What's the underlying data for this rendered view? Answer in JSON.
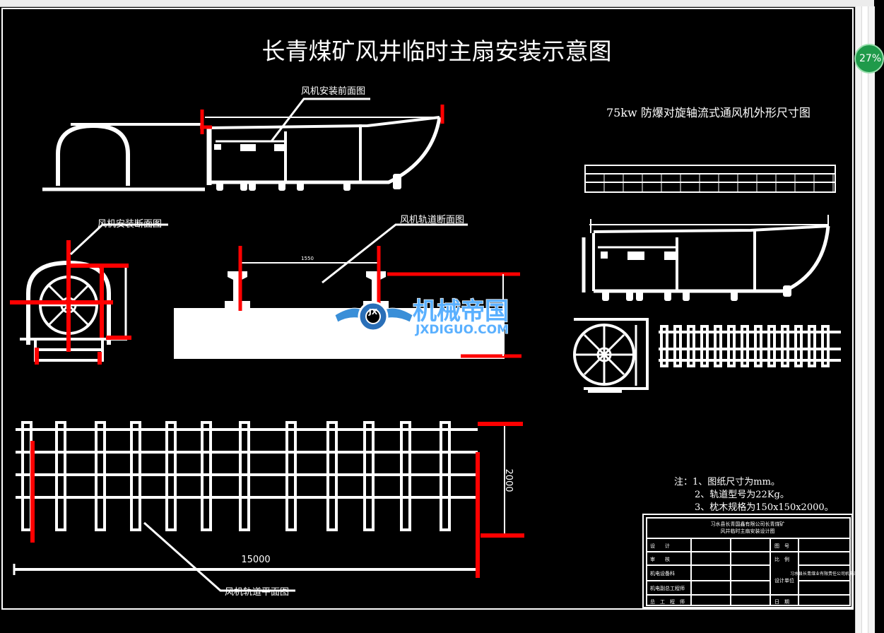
{
  "drawing": {
    "title": "长青煤矿风井临时主扇安装示意图",
    "labels": {
      "front_view": "风机安装前面图",
      "section_view": "风机安装断面图",
      "rail_section": "风机轨道断面图",
      "rail_plan": "风机轨道平面图",
      "fan_dims": "75kw 防爆对旋轴流式通风机外形尺寸图"
    },
    "dimensions": {
      "rail_gauge": "1550",
      "track_width": "2000",
      "track_length": "15000"
    },
    "notes": [
      "注：1、图纸尺寸为mm。",
      "2、轨道型号为22Kg。",
      "3、枕木规格为150x150x2000。"
    ],
    "title_block": {
      "company": "习水县长青国鑫有限公司长青煤矿",
      "project": "风井临时主扇安装设计图",
      "rows": [
        {
          "label": "设　　计",
          "right": "图　号"
        },
        {
          "label": "审　　核",
          "right": "比　例"
        },
        {
          "label": "机电设备科",
          "right": ""
        },
        {
          "label": "机电副总工程师",
          "right": ""
        },
        {
          "label": "总　工　程　师",
          "right": "日　期"
        }
      ],
      "design_unit_label": "设计单位",
      "design_unit": "习水县长青煤业有限责任公司机电部"
    }
  },
  "watermark": {
    "brand": "机械帝国",
    "domain": "JXDIGUO.COM",
    "logo_letters": "JX"
  },
  "viewer": {
    "zoom_badge": "27%"
  },
  "colors": {
    "background": "#000000",
    "lines": "#ffffff",
    "highlight": "#ff0000",
    "watermark": "#5ab0ff",
    "zoom_badge": "#1f9a4a"
  }
}
